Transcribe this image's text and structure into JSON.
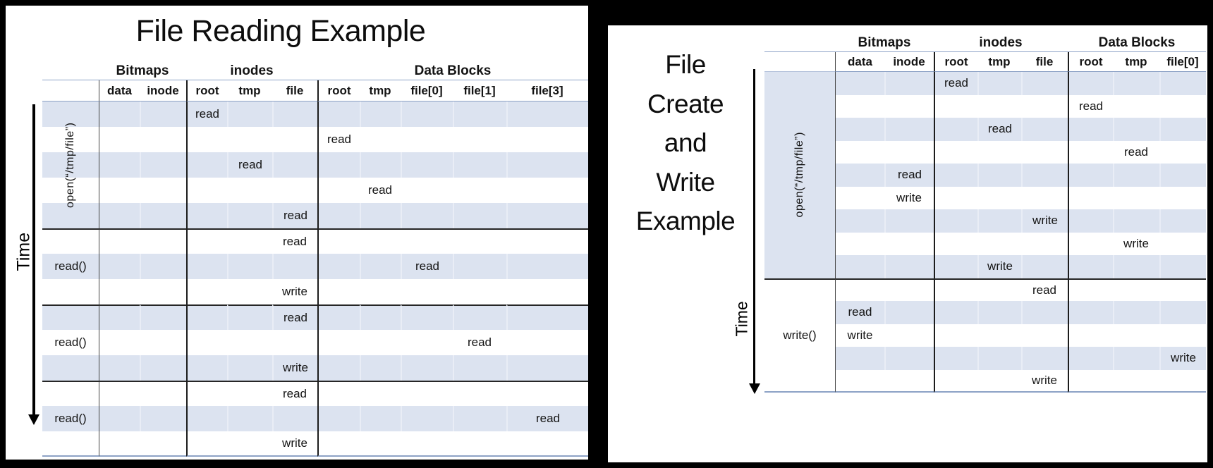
{
  "colors": {
    "row_shade": "#dce3f0",
    "cell_seam": "#e9edf6",
    "rule_blue": "#8da2c6",
    "rule_dark": "#1c1c1c",
    "canvas_bg": "#000000",
    "card_bg": "#ffffff"
  },
  "left_panel": {
    "title": "File Reading Example",
    "time_label": "Time",
    "column_groups": [
      {
        "label": "Bitmaps",
        "columns": [
          "data",
          "inode"
        ]
      },
      {
        "label": "inodes",
        "columns": [
          "root",
          "tmp",
          "file"
        ]
      },
      {
        "label": "Data Blocks",
        "columns": [
          "root",
          "tmp",
          "file[0]",
          "file[1]",
          "file[3]"
        ]
      }
    ],
    "row_groups": [
      {
        "label": "open(“/tmp/file”)",
        "rotated": true,
        "label_fill": "banded",
        "rows": [
          {
            "column": 2,
            "op": "read"
          },
          {
            "column": 5,
            "op": "read"
          },
          {
            "column": 3,
            "op": "read"
          },
          {
            "column": 6,
            "op": "read"
          },
          {
            "column": 4,
            "op": "read"
          }
        ]
      },
      {
        "label": "read()",
        "rotated": false,
        "label_fill": "banded",
        "rows": [
          {
            "column": 4,
            "op": "read"
          },
          {
            "column": 7,
            "op": "read"
          },
          {
            "column": 4,
            "op": "write"
          }
        ]
      },
      {
        "label": "read()",
        "rotated": false,
        "label_fill": "banded",
        "rows": [
          {
            "column": 4,
            "op": "read"
          },
          {
            "column": 8,
            "op": "read"
          },
          {
            "column": 4,
            "op": "write"
          }
        ]
      },
      {
        "label": "read()",
        "rotated": false,
        "label_fill": "banded",
        "rows": [
          {
            "column": 4,
            "op": "read"
          },
          {
            "column": 9,
            "op": "read"
          },
          {
            "column": 4,
            "op": "write"
          }
        ]
      }
    ]
  },
  "right_panel": {
    "title_lines": [
      "File",
      "Create",
      "and",
      "Write",
      "Example"
    ],
    "time_label": "Time",
    "column_groups": [
      {
        "label": "Bitmaps",
        "columns": [
          "data",
          "inode"
        ]
      },
      {
        "label": "inodes",
        "columns": [
          "root",
          "tmp",
          "file"
        ]
      },
      {
        "label": "Data Blocks",
        "columns": [
          "root",
          "tmp",
          "file[0]"
        ]
      }
    ],
    "row_groups": [
      {
        "label": "open(“/tmp/file”)",
        "rotated": true,
        "label_fill": "shaded",
        "rows": [
          {
            "column": 2,
            "op": "read"
          },
          {
            "column": 5,
            "op": "read"
          },
          {
            "column": 3,
            "op": "read"
          },
          {
            "column": 6,
            "op": "read"
          },
          {
            "column": 1,
            "op": "read"
          },
          {
            "column": 1,
            "op": "write"
          },
          {
            "column": 4,
            "op": "write"
          },
          {
            "column": 6,
            "op": "write"
          },
          {
            "column": 3,
            "op": "write"
          }
        ]
      },
      {
        "label": "write()",
        "rotated": false,
        "label_fill": "white",
        "rows": [
          {
            "column": 4,
            "op": "read"
          },
          {
            "column": 0,
            "op": "read"
          },
          {
            "column": 0,
            "op": "write"
          },
          {
            "column": 7,
            "op": "write"
          },
          {
            "column": 4,
            "op": "write"
          }
        ]
      }
    ]
  }
}
